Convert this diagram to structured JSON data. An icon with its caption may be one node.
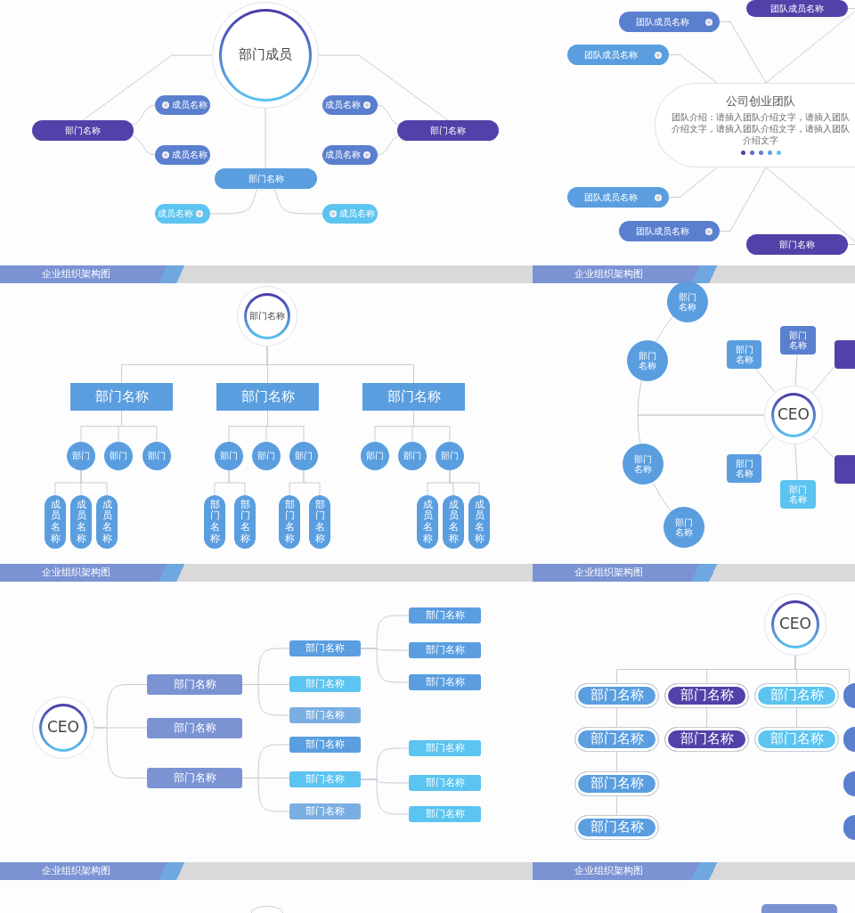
{
  "diagram": {
    "nodes": [
      {
        "text": [
          "部门成员"
        ]
      },
      {
        "text": [
          "部门名称"
        ]
      },
      {
        "text": [
          "成员名称"
        ]
      },
      {
        "text": [
          "成员名称"
        ]
      },
      {
        "text": [
          "部门名称"
        ]
      },
      {
        "text": [
          "成员名称"
        ]
      },
      {
        "text": [
          "成员名称"
        ]
      },
      {
        "text": [
          "成员名称"
        ]
      },
      {
        "text": [
          "成员名称"
        ]
      },
      {
        "text": [
          "部门名称"
        ]
      },
      {
        "text": [
          "团队成员名称"
        ]
      },
      {
        "text": [
          "团队成员名称"
        ]
      },
      {
        "text": [
          "团队成员名称"
        ]
      },
      {
        "text": [
          "公司创业团队",
          "团队介绍：请插入团队介绍文字，请插入团队介绍文字，请插入团队介绍文字，请插入团队介绍文字"
        ]
      },
      {
        "text": [
          "团队成员名称"
        ]
      },
      {
        "text": [
          "团队成员名称"
        ]
      },
      {
        "text": [
          "部门名称"
        ]
      },
      {
        "text": [
          "部门名称"
        ]
      },
      {
        "text": [
          "部门名称"
        ]
      },
      {
        "text": [
          "部门名称"
        ]
      },
      {
        "text": [
          "部门名称"
        ]
      },
      {
        "text": [
          "部门"
        ]
      },
      {
        "text": [
          "部门"
        ]
      },
      {
        "text": [
          "部门"
        ]
      },
      {
        "text": [
          "部门"
        ]
      },
      {
        "text": [
          "部门"
        ]
      },
      {
        "text": [
          "部门"
        ]
      },
      {
        "text": [
          "部门"
        ]
      },
      {
        "text": [
          "部门"
        ]
      },
      {
        "text": [
          "部门"
        ]
      },
      {
        "text": [
          "成员名称"
        ]
      },
      {
        "text": [
          "成员名称"
        ]
      },
      {
        "text": [
          "成员名称"
        ]
      },
      {
        "text": [
          "部门名称"
        ]
      },
      {
        "text": [
          "部门名称"
        ]
      },
      {
        "text": [
          "部门名称"
        ]
      },
      {
        "text": [
          "部门名称"
        ]
      },
      {
        "text": [
          "成员名称"
        ]
      },
      {
        "text": [
          "成员名称"
        ]
      },
      {
        "text": [
          "成员名称"
        ]
      },
      {
        "text": [
          "CEO"
        ]
      },
      {
        "text": [
          "部门名称"
        ]
      },
      {
        "text": [
          "部门名称"
        ]
      },
      {
        "text": [
          "部门名称"
        ]
      },
      {
        "text": [
          "部门名称"
        ]
      },
      {
        "text": [
          "部门名称"
        ]
      },
      {
        "text": [
          "部门名称"
        ]
      },
      {
        "text": [],
        "shape": "box"
      },
      {
        "text": [
          "部门名称"
        ]
      },
      {
        "text": [
          "部门名称"
        ]
      },
      {
        "text": [],
        "shape": "box"
      },
      {
        "text": [
          "CEO"
        ]
      },
      {
        "text": [
          "部门名称"
        ]
      },
      {
        "text": [
          "部门名称"
        ]
      },
      {
        "text": [
          "部门名称"
        ]
      },
      {
        "text": [
          "部门名称"
        ]
      },
      {
        "text": [
          "部门名称"
        ]
      },
      {
        "text": [
          "部门名称"
        ]
      },
      {
        "text": [
          "部门名称"
        ]
      },
      {
        "text": [
          "部门名称"
        ]
      },
      {
        "text": [
          "部门名称"
        ]
      },
      {
        "text": [
          "部门名称"
        ]
      },
      {
        "text": [
          "部门名称"
        ]
      },
      {
        "text": [
          "部门名称"
        ]
      },
      {
        "text": [
          "部门名称"
        ]
      },
      {
        "text": [
          "部门名称"
        ]
      },
      {
        "text": [
          "部门名称"
        ]
      },
      {
        "text": [
          "CEO"
        ]
      },
      {
        "text": [
          "部门名称"
        ]
      },
      {
        "text": [
          "部门名称"
        ]
      },
      {
        "text": [
          "部门名称"
        ]
      },
      {
        "text": [
          "部门名称"
        ]
      },
      {
        "text": [
          "部门名称"
        ]
      },
      {
        "text": [
          "部门名称"
        ]
      },
      {
        "text": [
          "部门名称"
        ]
      },
      {
        "text": [
          "部门名称"
        ]
      },
      {
        "text": [],
        "shape": "box"
      },
      {
        "text": [],
        "shape": "box"
      },
      {
        "text": [],
        "shape": "box"
      },
      {
        "text": [],
        "shape": "box"
      },
      {
        "text": [],
        "shape": "circle"
      },
      {
        "text": [],
        "shape": "box"
      }
    ],
    "edges": [
      {
        "from": 0,
        "to": 1,
        "arrow": "none"
      },
      {
        "from": 0,
        "to": 9,
        "arrow": "none"
      },
      {
        "from": 0,
        "to": 4,
        "arrow": "none"
      },
      {
        "from": 1,
        "to": 2,
        "arrow": "none"
      },
      {
        "from": 1,
        "to": 3,
        "arrow": "none"
      },
      {
        "from": 9,
        "to": 7,
        "arrow": "none"
      },
      {
        "from": 9,
        "to": 8,
        "arrow": "none"
      },
      {
        "from": 4,
        "to": 5,
        "arrow": "none"
      },
      {
        "from": 4,
        "to": 6,
        "arrow": "none"
      },
      {
        "from": 13,
        "to": 10,
        "arrow": "none"
      },
      {
        "from": 13,
        "to": 11,
        "arrow": "none"
      },
      {
        "from": 13,
        "to": 12,
        "arrow": "none"
      },
      {
        "from": 13,
        "to": 14,
        "arrow": "none"
      },
      {
        "from": 13,
        "to": 15,
        "arrow": "none"
      },
      {
        "from": 13,
        "to": 16,
        "arrow": "none"
      },
      {
        "from": 17,
        "to": 18,
        "arrow": "none"
      },
      {
        "from": 17,
        "to": 19,
        "arrow": "none"
      },
      {
        "from": 17,
        "to": 20,
        "arrow": "none"
      },
      {
        "from": 18,
        "to": 21,
        "arrow": "none"
      },
      {
        "from": 18,
        "to": 22,
        "arrow": "none"
      },
      {
        "from": 18,
        "to": 23,
        "arrow": "none"
      },
      {
        "from": 19,
        "to": 24,
        "arrow": "none"
      },
      {
        "from": 19,
        "to": 25,
        "arrow": "none"
      },
      {
        "from": 19,
        "to": 26,
        "arrow": "none"
      },
      {
        "from": 20,
        "to": 27,
        "arrow": "none"
      },
      {
        "from": 20,
        "to": 28,
        "arrow": "none"
      },
      {
        "from": 20,
        "to": 29,
        "arrow": "none"
      },
      {
        "from": 21,
        "to": 30,
        "arrow": "none"
      },
      {
        "from": 21,
        "to": 31,
        "arrow": "none"
      },
      {
        "from": 21,
        "to": 32,
        "arrow": "none"
      },
      {
        "from": 24,
        "to": 33,
        "arrow": "none"
      },
      {
        "from": 24,
        "to": 34,
        "arrow": "none"
      },
      {
        "from": 26,
        "to": 35,
        "arrow": "none"
      },
      {
        "from": 26,
        "to": 36,
        "arrow": "none"
      },
      {
        "from": 29,
        "to": 37,
        "arrow": "none"
      },
      {
        "from": 29,
        "to": 38,
        "arrow": "none"
      },
      {
        "from": 29,
        "to": 39,
        "arrow": "none"
      },
      {
        "from": 40,
        "to": 42,
        "arrow": "none"
      },
      {
        "from": 42,
        "to": 41,
        "arrow": "none"
      },
      {
        "from": 40,
        "to": 43,
        "arrow": "none"
      },
      {
        "from": 43,
        "to": 44,
        "arrow": "none"
      },
      {
        "from": 40,
        "to": 45,
        "arrow": "none"
      },
      {
        "from": 40,
        "to": 46,
        "arrow": "none"
      },
      {
        "from": 40,
        "to": 47,
        "arrow": "none"
      },
      {
        "from": 40,
        "to": 48,
        "arrow": "none"
      },
      {
        "from": 40,
        "to": 49,
        "arrow": "none"
      },
      {
        "from": 40,
        "to": 50,
        "arrow": "none"
      },
      {
        "from": 51,
        "to": 52,
        "arrow": "none"
      },
      {
        "from": 51,
        "to": 53,
        "arrow": "none"
      },
      {
        "from": 51,
        "to": 54,
        "arrow": "none"
      },
      {
        "from": 52,
        "to": 55,
        "arrow": "none"
      },
      {
        "from": 52,
        "to": 56,
        "arrow": "none"
      },
      {
        "from": 52,
        "to": 57,
        "arrow": "none"
      },
      {
        "from": 54,
        "to": 58,
        "arrow": "none"
      },
      {
        "from": 54,
        "to": 59,
        "arrow": "none"
      },
      {
        "from": 54,
        "to": 60,
        "arrow": "none"
      },
      {
        "from": 55,
        "to": 61,
        "arrow": "none"
      },
      {
        "from": 55,
        "to": 62,
        "arrow": "none"
      },
      {
        "from": 55,
        "to": 63,
        "arrow": "none"
      },
      {
        "from": 59,
        "to": 64,
        "arrow": "none"
      },
      {
        "from": 59,
        "to": 65,
        "arrow": "none"
      },
      {
        "from": 59,
        "to": 66,
        "arrow": "none"
      },
      {
        "from": 67,
        "to": 68,
        "arrow": "none"
      },
      {
        "from": 67,
        "to": 72,
        "arrow": "none"
      },
      {
        "from": 67,
        "to": 74,
        "arrow": "none"
      },
      {
        "from": 67,
        "to": 76,
        "arrow": "none"
      },
      {
        "from": 68,
        "to": 69,
        "arrow": "none"
      },
      {
        "from": 69,
        "to": 70,
        "arrow": "none"
      },
      {
        "from": 70,
        "to": 71,
        "arrow": "none"
      },
      {
        "from": 72,
        "to": 73,
        "arrow": "none"
      },
      {
        "from": 74,
        "to": 75,
        "arrow": "none"
      }
    ],
    "labels": [
      "企业组织架构图",
      "企业组织架构图",
      "企业组织架构图",
      "企业组织架构图",
      "企业组织架构图",
      "企业组织架构图"
    ]
  }
}
